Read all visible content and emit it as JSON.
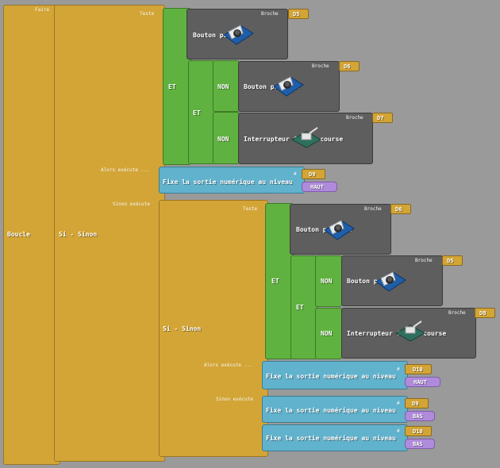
{
  "loop": {
    "label": "Boucle",
    "do_label": "Faire"
  },
  "ifelse1": {
    "label": "Si - Sinon",
    "test_label": "Teste",
    "then_label": "Alors exécute ...",
    "else_label": "Sinon exécute"
  },
  "cond1": {
    "and_outer": "ET",
    "and_inner": "ET",
    "not1": "NON",
    "not2": "NON",
    "button1": {
      "label": "Bouton poussoir",
      "pin_label": "Broche",
      "pin": "D5"
    },
    "button2": {
      "label": "Bouton poussoir",
      "pin_label": "Broche",
      "pin": "D6"
    },
    "limit1": {
      "label": "Interrupteur fin de course",
      "pin_label": "Broche",
      "pin": "D7"
    }
  },
  "then1": {
    "label": "Fixe la sortie numérique au niveau",
    "hash": "#",
    "pin": "D9",
    "level": "HAUT"
  },
  "ifelse2": {
    "label": "Si - Sinon",
    "test_label": "Teste",
    "then_label": "Alors exécute ...",
    "else_label": "Sinon exécute"
  },
  "cond2": {
    "and_outer": "ET",
    "and_inner": "ET",
    "not1": "NON",
    "not2": "NON",
    "button1": {
      "label": "Bouton poussoir",
      "pin_label": "Broche",
      "pin": "D6"
    },
    "button2": {
      "label": "Bouton poussoir",
      "pin_label": "Broche",
      "pin": "D5"
    },
    "limit1": {
      "label": "Interrupteur fin de course",
      "pin_label": "Broche",
      "pin": "D8"
    }
  },
  "then2": {
    "label": "Fixe la sortie numérique au niveau",
    "hash": "#",
    "pin": "D10",
    "level": "HAUT"
  },
  "else2a": {
    "label": "Fixe la sortie numérique au niveau",
    "hash": "#",
    "pin": "D9",
    "level": "BAS"
  },
  "else2b": {
    "label": "Fixe la sortie numérique au niveau",
    "hash": "#",
    "pin": "D10",
    "level": "BAS"
  },
  "colors": {
    "control": "#d3a536",
    "logic": "#5fb23f",
    "sensor": "#5e5e5e",
    "output": "#61b2cc",
    "level": "#b08bdc",
    "workspace": "#9a9a9a"
  },
  "icons": {
    "button": "push-button-module-icon",
    "limit_switch": "limit-switch-module-icon"
  }
}
